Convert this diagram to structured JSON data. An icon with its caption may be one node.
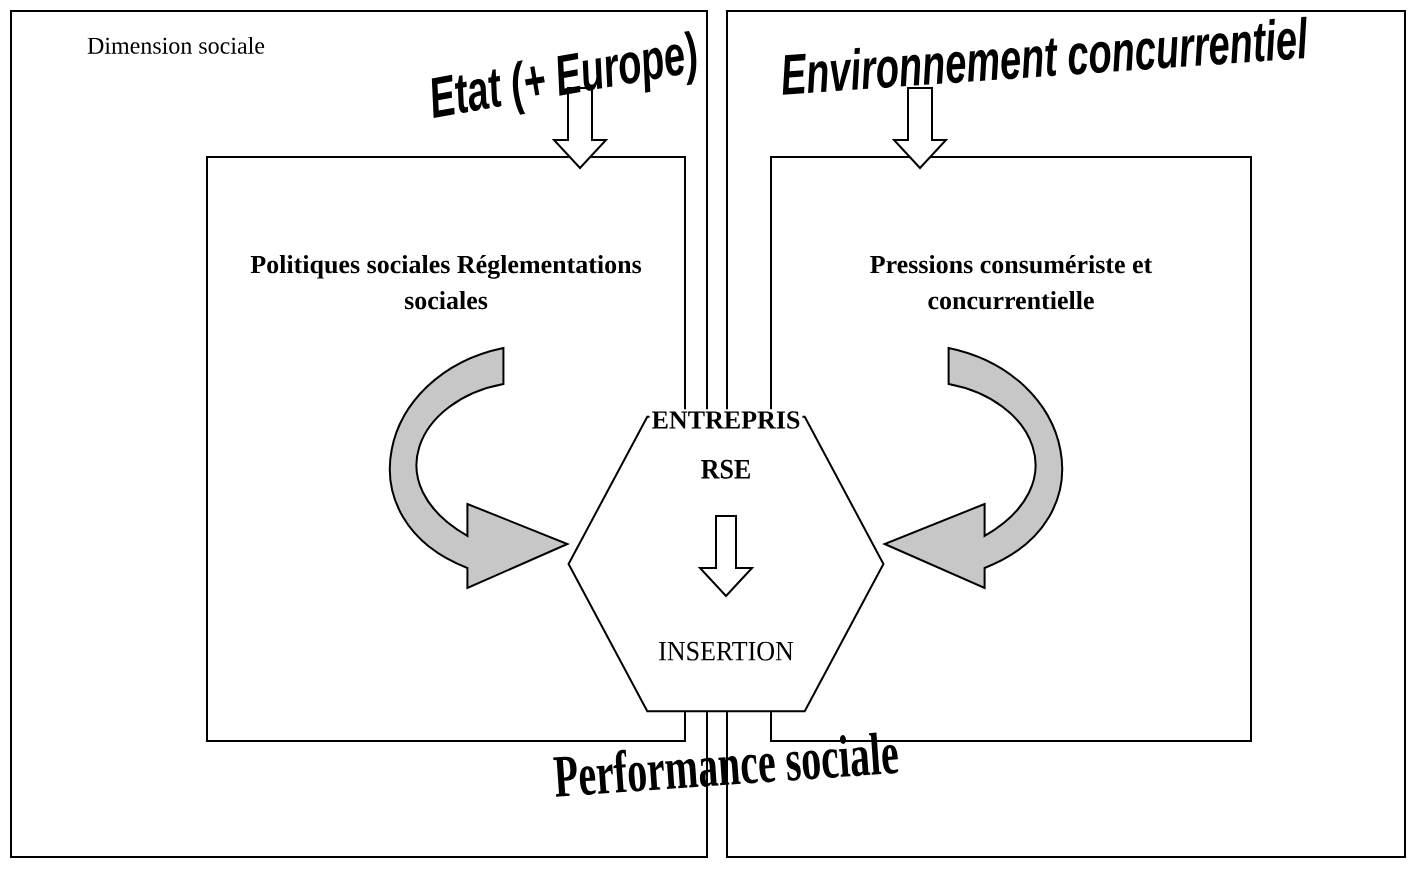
{
  "diagram": {
    "nodes": [
      {
        "text": [
          "Dimension sociale"
        ]
      },
      {
        "text": [],
        "shape": "box"
      },
      {
        "text": [
          "Politiques sociales Réglementations sociales"
        ],
        "in": 0
      },
      {
        "text": [
          "Pressions consumériste et concurrentielle"
        ],
        "in": 1
      },
      {
        "text": [
          "ENTREPRIS",
          "RSE",
          "INSERTION"
        ]
      }
    ],
    "edges": [
      {
        "from": null,
        "to": 2,
        "arrow": "to"
      },
      {
        "from": null,
        "to": 3,
        "arrow": "to"
      },
      {
        "from": 2,
        "to": 4,
        "arrow": "to"
      },
      {
        "from": 3,
        "to": 4,
        "arrow": "to"
      }
    ],
    "labels": [
      "Etat (+ Europe)",
      "Environnement concurrentiel",
      "Performance sociale"
    ]
  }
}
